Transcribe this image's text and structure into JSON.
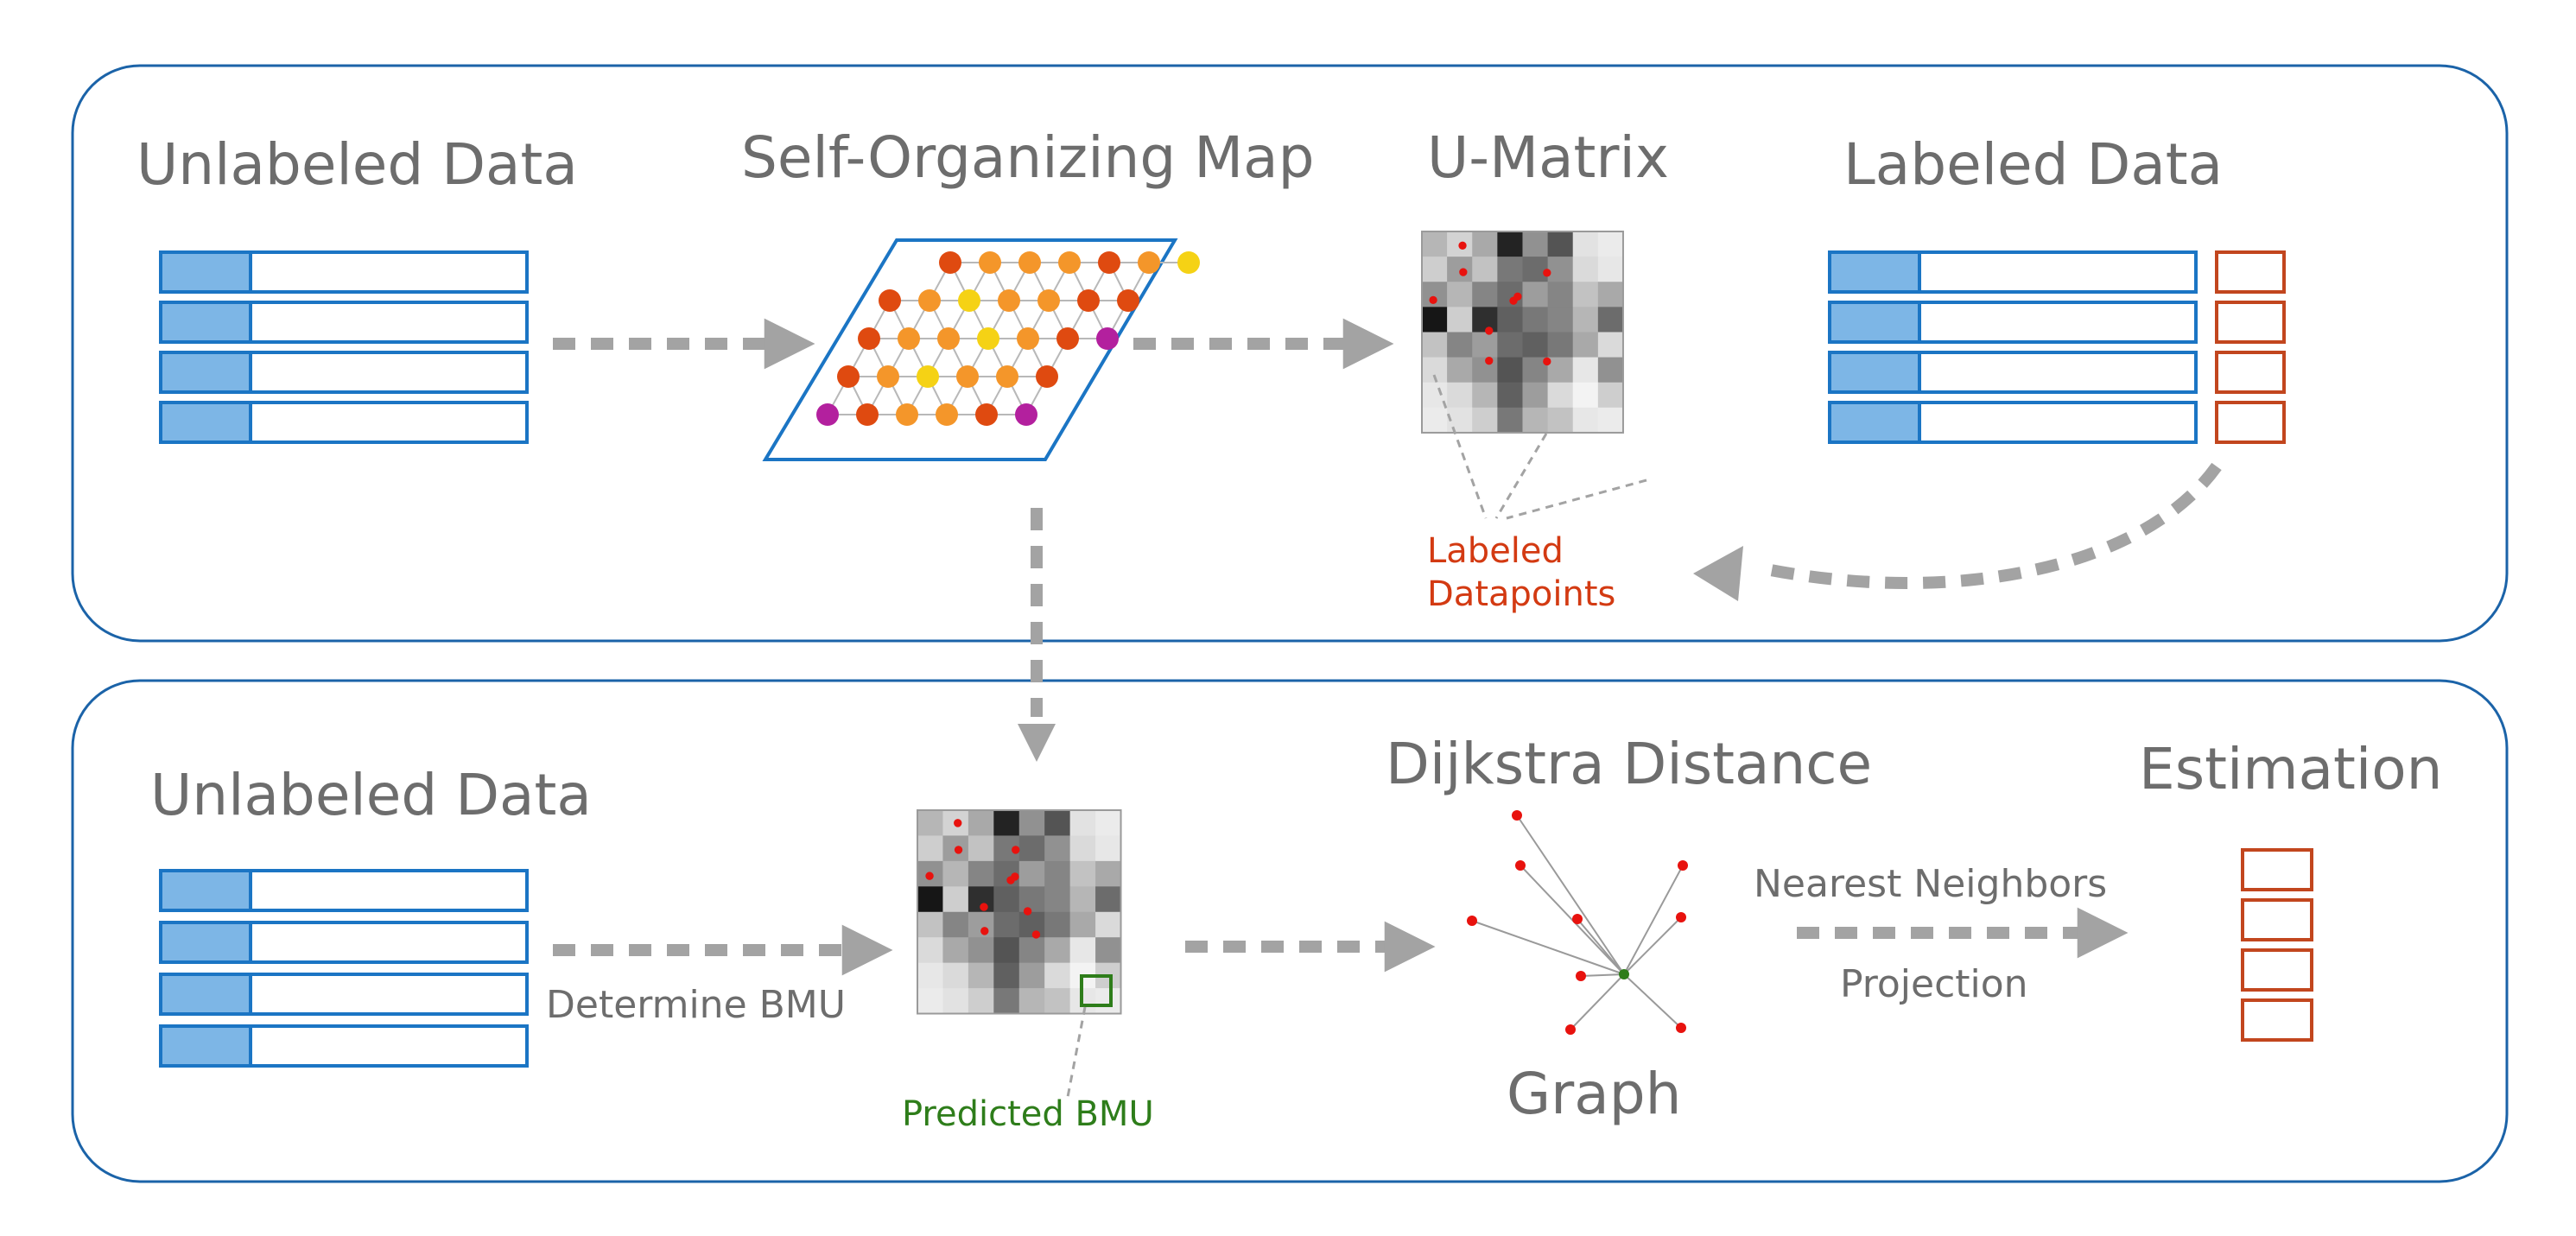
{
  "top_panel": {
    "unlabeled_title": "Unlabeled Data",
    "som_title": "Self-Organizing Map",
    "umatrix_title": "U-Matrix",
    "labeled_title": "Labeled Data",
    "labeled_points_line1": "Labeled",
    "labeled_points_line2": "Datapoints"
  },
  "bottom_panel": {
    "unlabeled_title": "Unlabeled Data",
    "determine_bmu": "Determine BMU",
    "predicted_bmu": "Predicted BMU",
    "dijkstra_title": "Dijkstra Distance",
    "graph_label": "Graph",
    "nearest_neighbors": "Nearest Neighbors",
    "projection": "Projection",
    "estimation_title": "Estimation"
  },
  "colors": {
    "data_blue": "#1b75c4",
    "data_blue_fill": "#7db6e6",
    "label_red": "#c2461e",
    "arrow_gray": "#a3a3a3",
    "panel_border": "#1b63a8",
    "som_node_colors": [
      "#df4a10",
      "#f4962a",
      "#f5d215",
      "#b3209e"
    ],
    "labeled_point": "#e8120e",
    "predicted_bmu": "#2e7d1a"
  },
  "u_matrix": {
    "grid": [
      [
        0.3,
        0.18,
        0.35,
        0.9,
        0.45,
        0.7,
        0.12,
        0.08
      ],
      [
        0.2,
        0.4,
        0.25,
        0.55,
        0.6,
        0.45,
        0.15,
        0.1
      ],
      [
        0.45,
        0.3,
        0.5,
        0.6,
        0.4,
        0.5,
        0.25,
        0.35
      ],
      [
        0.95,
        0.2,
        0.85,
        0.65,
        0.55,
        0.5,
        0.3,
        0.6
      ],
      [
        0.25,
        0.5,
        0.4,
        0.6,
        0.65,
        0.55,
        0.35,
        0.15
      ],
      [
        0.15,
        0.35,
        0.45,
        0.7,
        0.5,
        0.35,
        0.1,
        0.45
      ],
      [
        0.1,
        0.15,
        0.3,
        0.65,
        0.4,
        0.15,
        0.05,
        0.2
      ],
      [
        0.08,
        0.12,
        0.2,
        0.55,
        0.3,
        0.25,
        0.1,
        0.08
      ]
    ]
  }
}
